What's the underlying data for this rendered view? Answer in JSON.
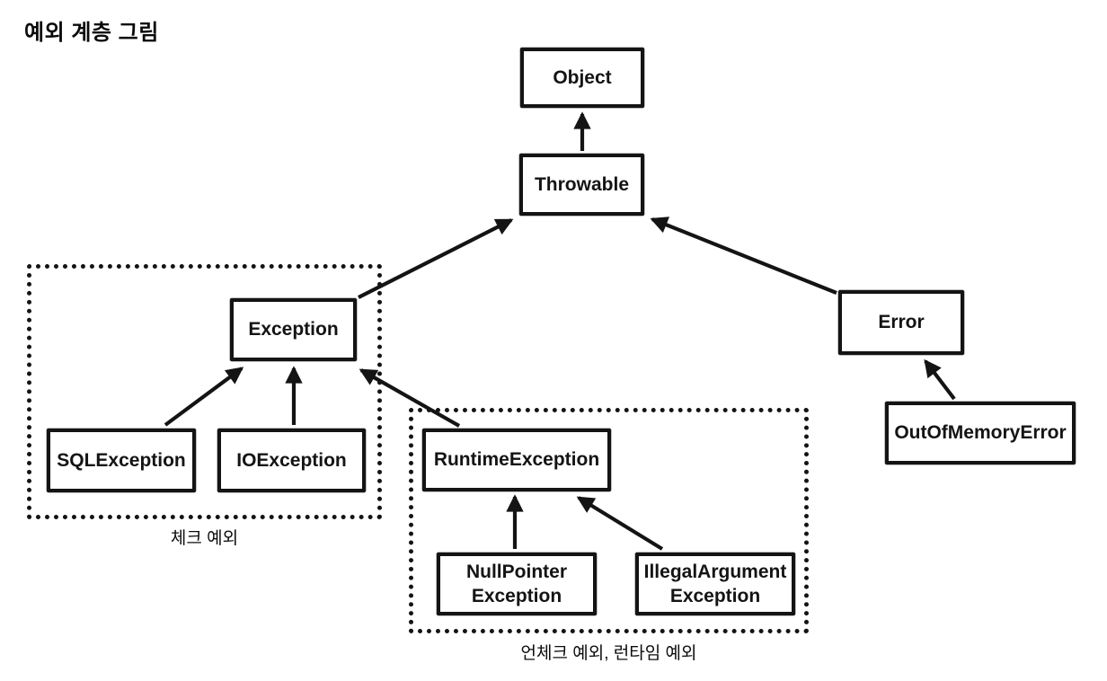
{
  "title": "예외 계층 그림",
  "colors": {
    "ink": "#141414",
    "background": "#ffffff"
  },
  "nodes": {
    "object": {
      "label": "Object"
    },
    "throwable": {
      "label": "Throwable"
    },
    "exception": {
      "label": "Exception"
    },
    "error": {
      "label": "Error"
    },
    "sql_exception": {
      "label": "SQLException"
    },
    "io_exception": {
      "label": "IOException"
    },
    "runtime_exception": {
      "label": "RuntimeException"
    },
    "null_pointer_exception": {
      "label": "NullPointer\nException"
    },
    "illegal_argument_exception": {
      "label": "IllegalArgument\nException"
    },
    "out_of_memory_error": {
      "label": "OutOfMemoryError"
    }
  },
  "groups": {
    "checked": {
      "label": "체크 예외"
    },
    "unchecked": {
      "label": "언체크 예외, 런타임 예외"
    }
  },
  "edges": [
    {
      "from": "Throwable",
      "to": "Object"
    },
    {
      "from": "Exception",
      "to": "Throwable"
    },
    {
      "from": "Error",
      "to": "Throwable"
    },
    {
      "from": "SQLException",
      "to": "Exception"
    },
    {
      "from": "IOException",
      "to": "Exception"
    },
    {
      "from": "RuntimeException",
      "to": "Exception"
    },
    {
      "from": "NullPointerException",
      "to": "RuntimeException"
    },
    {
      "from": "IllegalArgumentException",
      "to": "RuntimeException"
    },
    {
      "from": "OutOfMemoryError",
      "to": "Error"
    }
  ]
}
